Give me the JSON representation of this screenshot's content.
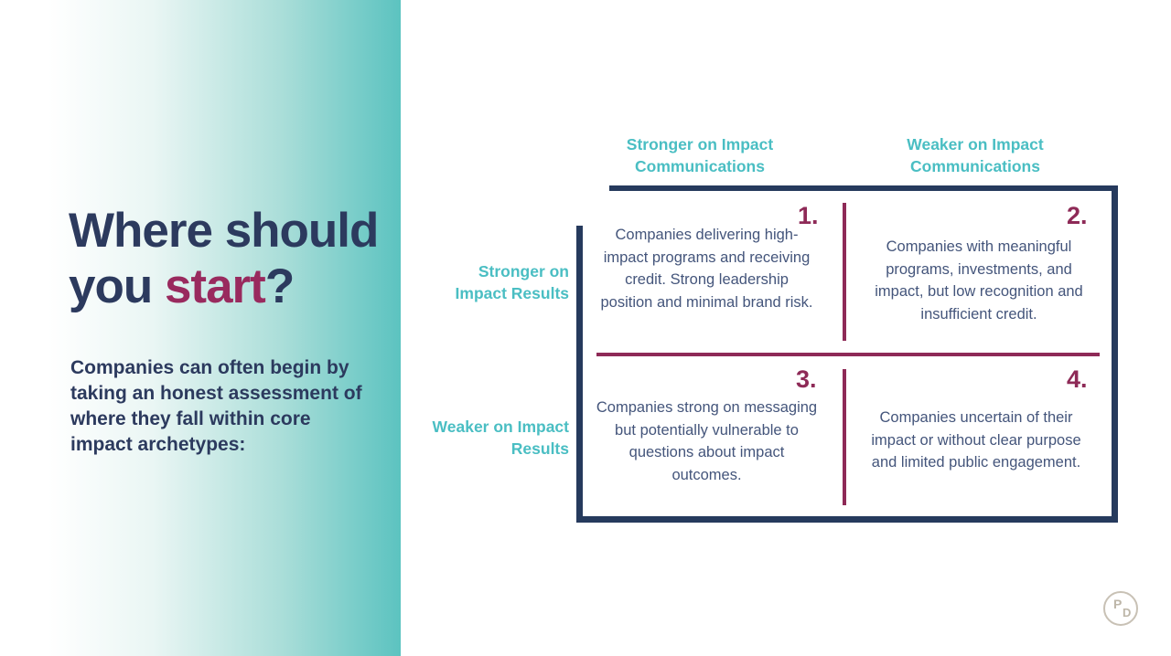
{
  "slide": {
    "title": {
      "line1": "Where should",
      "line2_prefix": "you ",
      "line2_highlight": "start",
      "line2_suffix": "?"
    },
    "intro": "Companies can often begin by taking an honest assessment of where they fall within core impact archetypes:"
  },
  "matrix": {
    "column_headers": [
      "Stronger on Impact Communications",
      "Weaker on Impact Communications"
    ],
    "row_labels": [
      "Stronger on Impact Results",
      "Weaker on Impact Results"
    ],
    "quadrants": [
      {
        "number": "1.",
        "text": "Companies delivering high- impact programs and receiving credit. Strong leadership position and minimal brand risk."
      },
      {
        "number": "2.",
        "text": "Companies with meaningful programs, investments, and impact, but low recognition and insufficient credit."
      },
      {
        "number": "3.",
        "text": "Companies strong on messaging but potentially vulnerable to questions about impact outcomes."
      },
      {
        "number": "4.",
        "text": "Companies uncertain of their impact or without clear purpose and limited public engagement."
      }
    ]
  },
  "logo": {
    "letters": [
      "P",
      "D"
    ]
  },
  "colors": {
    "navy": "#2c3a5e",
    "maroon": "#8e2a57",
    "teal_text": "#4abec3",
    "band_teal": "#5cc3c0",
    "quadrant_text": "#44557b",
    "logo_gray": "#c8c1b5"
  }
}
